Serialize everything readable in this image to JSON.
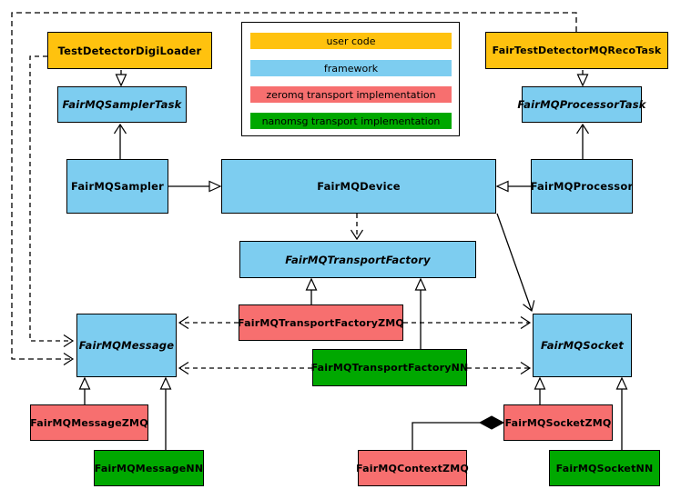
{
  "colors": {
    "user_code": "#FFC20E",
    "framework": "#7DCDF0",
    "zeromq": "#F76F6F",
    "nanomsg": "#00A800",
    "border": "#000000",
    "background": "#FFFFFF"
  },
  "legend": {
    "items": [
      {
        "label": "user code",
        "color": "#FFC20E"
      },
      {
        "label": "framework",
        "color": "#7DCDF0"
      },
      {
        "label": "zeromq transport implementation",
        "color": "#F76F6F"
      },
      {
        "label": "nanomsg transport implementation",
        "color": "#00A800"
      }
    ]
  },
  "nodes": {
    "test_detector_digi_loader": {
      "label": "TestDetectorDigiLoader",
      "category": "user code",
      "abstract": false
    },
    "fairmq_sampler_task": {
      "label": "FairMQSamplerTask",
      "category": "framework",
      "abstract": true
    },
    "fair_test_detector_mq_reco_task": {
      "label": "FairTestDetectorMQRecoTask",
      "category": "user code",
      "abstract": false
    },
    "fairmq_processor_task": {
      "label": "FairMQProcessorTask",
      "category": "framework",
      "abstract": true
    },
    "fairmq_sampler": {
      "label": "FairMQSampler",
      "category": "framework",
      "abstract": false
    },
    "fairmq_device": {
      "label": "FairMQDevice",
      "category": "framework",
      "abstract": false
    },
    "fairmq_processor": {
      "label": "FairMQProcessor",
      "category": "framework",
      "abstract": false
    },
    "fairmq_transport_factory": {
      "label": "FairMQTransportFactory",
      "category": "framework",
      "abstract": true
    },
    "fairmq_transport_factory_zmq": {
      "label": "FairMQTransportFactoryZMQ",
      "category": "zeromq",
      "abstract": false
    },
    "fairmq_transport_factory_nn": {
      "label": "FairMQTransportFactoryNN",
      "category": "nanomsg",
      "abstract": false
    },
    "fairmq_message": {
      "label": "FairMQMessage",
      "category": "framework",
      "abstract": true
    },
    "fairmq_socket": {
      "label": "FairMQSocket",
      "category": "framework",
      "abstract": true
    },
    "fairmq_message_zmq": {
      "label": "FairMQMessageZMQ",
      "category": "zeromq",
      "abstract": false
    },
    "fairmq_message_nn": {
      "label": "FairMQMessageNN",
      "category": "nanomsg",
      "abstract": false
    },
    "fairmq_context_zmq": {
      "label": "FairMQContextZMQ",
      "category": "zeromq",
      "abstract": false
    },
    "fairmq_socket_zmq": {
      "label": "FairMQSocketZMQ",
      "category": "zeromq",
      "abstract": false
    },
    "fairmq_socket_nn": {
      "label": "FairMQSocketNN",
      "category": "nanomsg",
      "abstract": false
    }
  },
  "edges": [
    {
      "from": "TestDetectorDigiLoader",
      "to": "FairMQSamplerTask",
      "type": "inheritance"
    },
    {
      "from": "FairTestDetectorMQRecoTask",
      "to": "FairMQProcessorTask",
      "type": "inheritance"
    },
    {
      "from": "FairMQSampler",
      "to": "FairMQDevice",
      "type": "inheritance"
    },
    {
      "from": "FairMQProcessor",
      "to": "FairMQDevice",
      "type": "inheritance"
    },
    {
      "from": "FairMQSampler",
      "to": "FairMQSamplerTask",
      "type": "association"
    },
    {
      "from": "FairMQProcessor",
      "to": "FairMQProcessorTask",
      "type": "association"
    },
    {
      "from": "FairMQDevice",
      "to": "FairMQTransportFactory",
      "type": "dependency"
    },
    {
      "from": "FairMQDevice",
      "to": "FairMQSocket",
      "type": "association"
    },
    {
      "from": "FairMQTransportFactoryZMQ",
      "to": "FairMQTransportFactory",
      "type": "inheritance"
    },
    {
      "from": "FairMQTransportFactoryNN",
      "to": "FairMQTransportFactory",
      "type": "inheritance"
    },
    {
      "from": "FairMQTransportFactoryZMQ",
      "to": "FairMQMessage",
      "type": "dependency"
    },
    {
      "from": "FairMQTransportFactoryZMQ",
      "to": "FairMQSocket",
      "type": "dependency"
    },
    {
      "from": "FairMQTransportFactoryNN",
      "to": "FairMQMessage",
      "type": "dependency"
    },
    {
      "from": "FairMQTransportFactoryNN",
      "to": "FairMQSocket",
      "type": "dependency"
    },
    {
      "from": "TestDetectorDigiLoader",
      "to": "FairMQMessage",
      "type": "dependency"
    },
    {
      "from": "FairTestDetectorMQRecoTask",
      "to": "FairMQMessage",
      "type": "dependency"
    },
    {
      "from": "FairMQMessageZMQ",
      "to": "FairMQMessage",
      "type": "inheritance"
    },
    {
      "from": "FairMQMessageNN",
      "to": "FairMQMessage",
      "type": "inheritance"
    },
    {
      "from": "FairMQSocketZMQ",
      "to": "FairMQSocket",
      "type": "inheritance"
    },
    {
      "from": "FairMQSocketNN",
      "to": "FairMQSocket",
      "type": "inheritance"
    },
    {
      "from": "FairMQContextZMQ",
      "to": "FairMQSocketZMQ",
      "type": "composition"
    }
  ]
}
